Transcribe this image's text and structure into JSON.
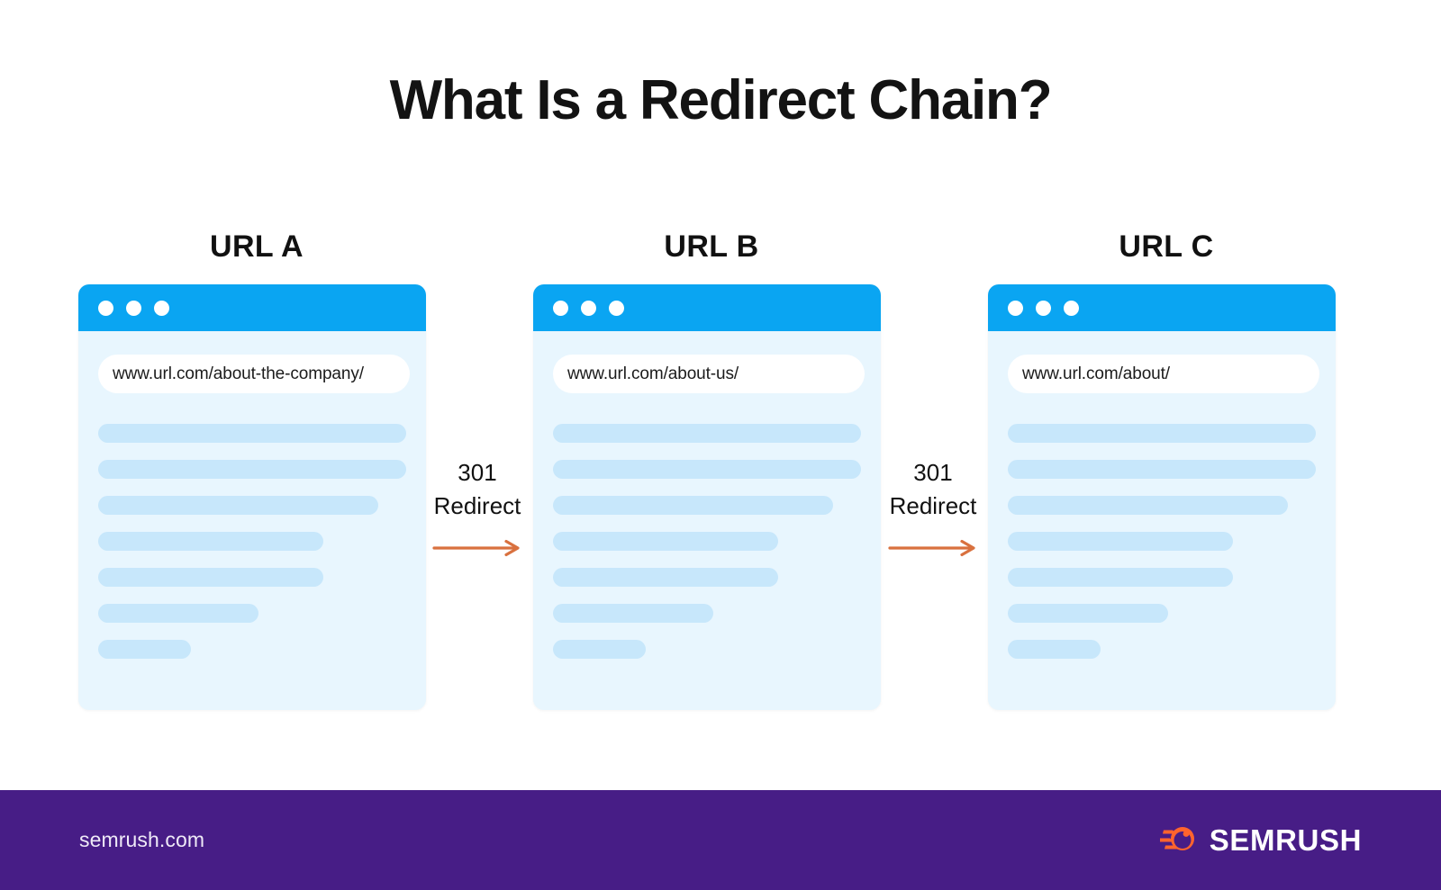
{
  "title": "What Is a Redirect Chain?",
  "diagram": {
    "cards": [
      {
        "label": "URL A",
        "url": "www.url.com/about-the-company/",
        "dots": [
          "dot-1",
          "dot-2",
          "dot-3"
        ],
        "skeleton_widths": [
          "100%",
          "100%",
          "91%",
          "73%",
          "73%",
          "52%",
          "30%"
        ]
      },
      {
        "label": "URL B",
        "url": "www.url.com/about-us/",
        "dots": [
          "dot-1",
          "dot-2",
          "dot-3"
        ],
        "skeleton_widths": [
          "100%",
          "100%",
          "91%",
          "73%",
          "73%",
          "52%",
          "30%"
        ]
      },
      {
        "label": "URL C",
        "url": "www.url.com/about/",
        "dots": [
          "dot-1",
          "dot-2",
          "dot-3"
        ],
        "skeleton_widths": [
          "100%",
          "100%",
          "91%",
          "73%",
          "73%",
          "52%",
          "30%"
        ]
      }
    ],
    "connectors": [
      {
        "code": "301",
        "word": "Redirect",
        "icon": "arrow-right-icon"
      },
      {
        "code": "301",
        "word": "Redirect",
        "icon": "arrow-right-icon"
      }
    ]
  },
  "footer": {
    "url": "semrush.com",
    "brand": "SEMRUSH",
    "logo_icon": "semrush-comet-icon"
  },
  "colors": {
    "browser_bar_blue": "#0aa5f2",
    "card_body_blue": "#e8f6fe",
    "skeleton_blue": "#c7e7fb",
    "arrow_orange": "#d9713f",
    "footer_purple": "#471d86",
    "logo_orange": "#ff642d",
    "title_black": "#131313"
  }
}
